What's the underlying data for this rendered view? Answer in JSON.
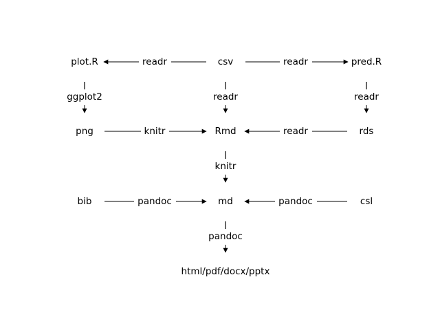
{
  "nodes": {
    "plot_r": "plot.R",
    "csv": "csv",
    "pred_r": "pred.R",
    "png": "png",
    "rmd": "Rmd",
    "rds": "rds",
    "bib": "bib",
    "md": "md",
    "csl": "csl",
    "output": "html/pdf/docx/pptx"
  },
  "edges": {
    "csv_plot": "readr",
    "csv_pred": "readr",
    "plot_png": "ggplot2",
    "csv_rmd": "readr",
    "pred_rds": "readr",
    "png_rmd": "knitr",
    "rds_rmd": "readr",
    "rmd_md": "knitr",
    "bib_md": "pandoc",
    "csl_md": "pandoc",
    "md_output": "pandoc"
  }
}
